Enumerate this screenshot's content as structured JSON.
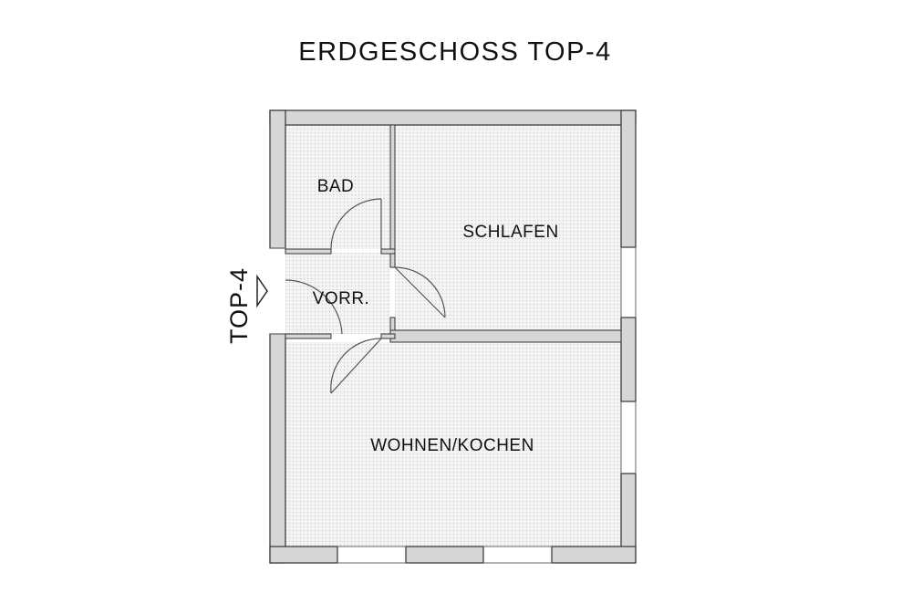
{
  "title": "ERDGESCHOSS TOP-4",
  "entrance_label": "TOP-4",
  "rooms": {
    "bad": "BAD",
    "schlafen": "SCHLAFEN",
    "vorraum": "VORR.",
    "wohnen_kochen": "WOHNEN/KOCHEN"
  },
  "colors": {
    "wall_fill": "#d6d6d6",
    "wall_stroke": "#333333",
    "floor_fill": "#f3f3f3",
    "floor_dot": "#bdbdbd",
    "line": "#555555"
  }
}
